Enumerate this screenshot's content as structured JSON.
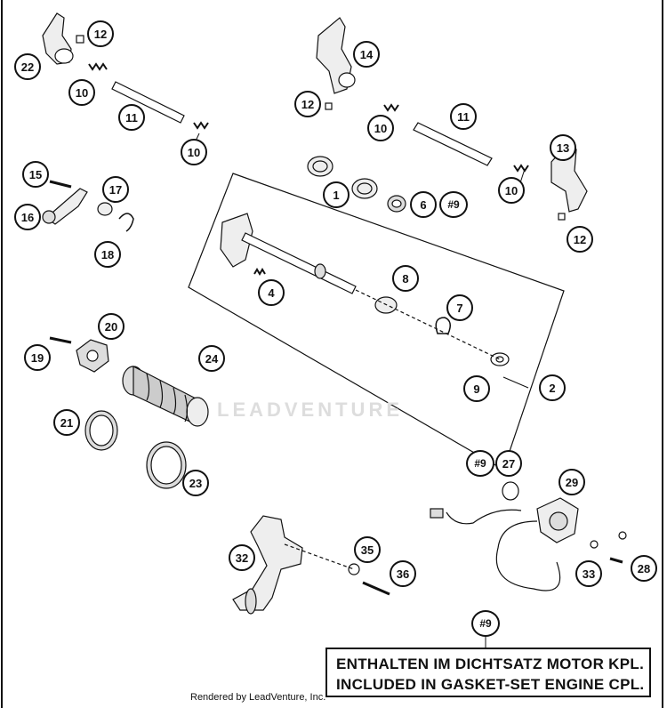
{
  "callouts": {
    "c12a": "12",
    "c22": "22",
    "c10a": "10",
    "c11a": "11",
    "c10b": "10",
    "c14": "14",
    "c12b": "12",
    "c10c": "10",
    "c11b": "11",
    "c13": "13",
    "c10d": "10",
    "c12c": "12",
    "c1": "1",
    "c6": "6",
    "c9a": "#9",
    "c15": "15",
    "c16": "16",
    "c17": "17",
    "c18": "18",
    "c4": "4",
    "c8": "8",
    "c7": "7",
    "c2": "2",
    "c9b": "9",
    "c20": "20",
    "c19": "19",
    "c24": "24",
    "c21": "21",
    "c23": "23",
    "c9c": "#9",
    "c27": "27",
    "c29": "29",
    "c33": "33",
    "c28": "28",
    "c32": "32",
    "c35": "35",
    "c36": "36",
    "c9d": "#9"
  },
  "note": {
    "line1": "ENTHALTEN IM DICHTSATZ MOTOR KPL.",
    "line2": "INCLUDED IN GASKET-SET ENGINE CPL."
  },
  "footer": "Rendered by LeadVenture, Inc.",
  "watermark": "LEADVENTURE"
}
